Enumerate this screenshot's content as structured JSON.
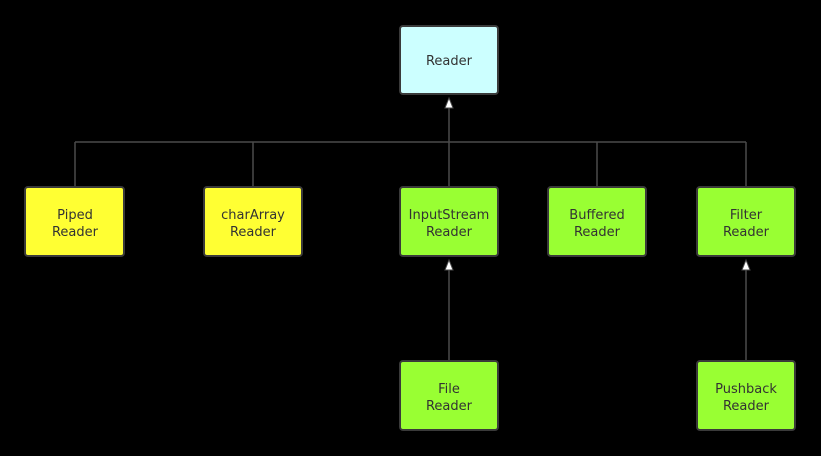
{
  "colors": {
    "root_fill": "#ccffff",
    "yellow_fill": "#ffff33",
    "green_fill": "#99ff33"
  },
  "nodes": {
    "reader": {
      "lines": [
        "Reader"
      ],
      "color": "root_fill"
    },
    "piped_reader": {
      "lines": [
        "Piped",
        "Reader"
      ],
      "color": "yellow_fill"
    },
    "chararray_reader": {
      "lines": [
        "charArray",
        "Reader"
      ],
      "color": "yellow_fill"
    },
    "inputstream_reader": {
      "lines": [
        "InputStream",
        "Reader"
      ],
      "color": "green_fill"
    },
    "buffered_reader": {
      "lines": [
        "Buffered",
        "Reader"
      ],
      "color": "green_fill"
    },
    "filter_reader": {
      "lines": [
        "Filter",
        "Reader"
      ],
      "color": "green_fill"
    },
    "file_reader": {
      "lines": [
        "File",
        "Reader"
      ],
      "color": "green_fill"
    },
    "pushback_reader": {
      "lines": [
        "Pushback",
        "Reader"
      ],
      "color": "green_fill"
    }
  },
  "edges": [
    {
      "child": "piped_reader",
      "parent": "reader"
    },
    {
      "child": "chararray_reader",
      "parent": "reader"
    },
    {
      "child": "inputstream_reader",
      "parent": "reader"
    },
    {
      "child": "buffered_reader",
      "parent": "reader"
    },
    {
      "child": "filter_reader",
      "parent": "reader"
    },
    {
      "child": "file_reader",
      "parent": "inputstream_reader"
    },
    {
      "child": "pushback_reader",
      "parent": "filter_reader"
    }
  ]
}
